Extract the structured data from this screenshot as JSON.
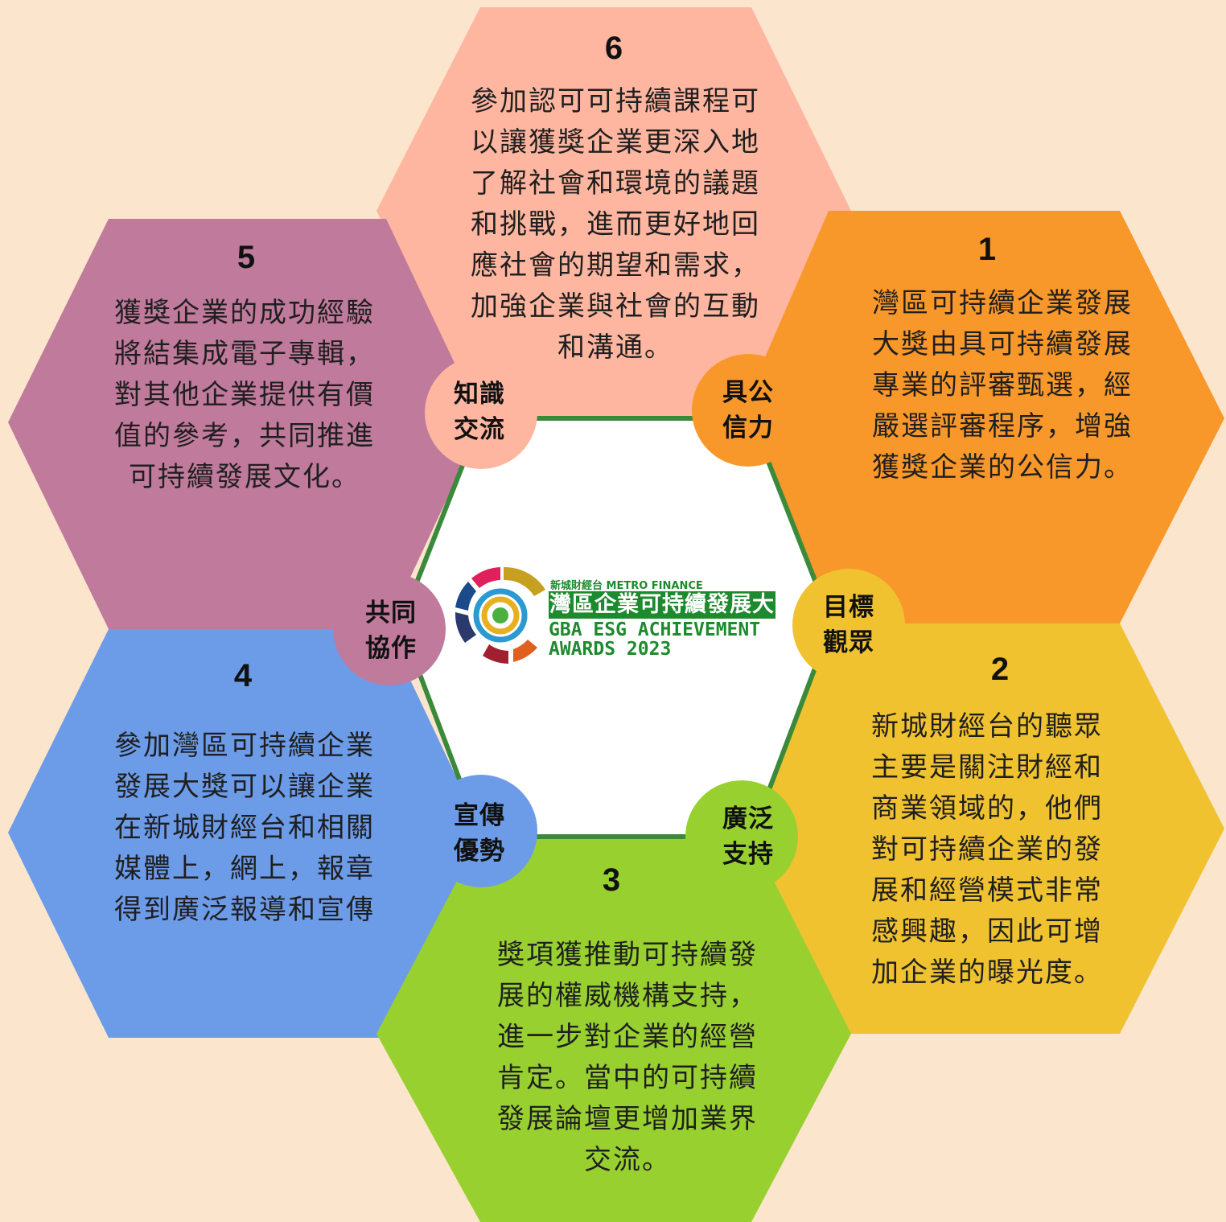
{
  "colors": {
    "background": "#fce5cd",
    "hex1": "#f9982a",
    "hex2": "#f0c230",
    "hex3": "#98d030",
    "hex4": "#6c9be8",
    "hex5": "#c07a9c",
    "hex6": "#feb6a0",
    "center_outline": "#3b8a3b"
  },
  "hexagons": [
    {
      "number": "1",
      "lines": [
        "灣區可持續企業發展",
        "大獎由具可持續發展",
        "專業的評審甄選，經",
        "嚴選評審程序，增強",
        "獲獎企業的公信力。"
      ]
    },
    {
      "number": "2",
      "lines": [
        "新城財經台的聽眾",
        "主要是關注財經和",
        "商業領域的，他們",
        "對可持續企業的發",
        "展和經營模式非常",
        "感興趣，因此可增",
        "加企業的曝光度。"
      ]
    },
    {
      "number": "3",
      "lines": [
        "獎項獲推動可持續發",
        "展的權威機構支持，",
        "進一步對企業的經營",
        "肯定。當中的可持續",
        "發展論壇更增加業界",
        "交流。"
      ]
    },
    {
      "number": "4",
      "lines": [
        "參加灣區可持續企業",
        "發展大獎可以讓企業",
        "在新城財經台和相關",
        "媒體上，網上，報章",
        "得到廣泛報導和宣傳"
      ]
    },
    {
      "number": "5",
      "lines": [
        "獲獎企業的成功經驗",
        "將結集成電子專輯，",
        "對其他企業提供有價",
        "值的參考，共同推進",
        "可持續發展文化。"
      ]
    },
    {
      "number": "6",
      "lines": [
        "參加認可可持續課程可",
        "以讓獲獎企業更深入地",
        "了解社會和環境的議題",
        "和挑戰，進而更好地回",
        "應社會的期望和需求，",
        "加強企業與社會的互動",
        "和溝通。"
      ]
    }
  ],
  "badges": [
    {
      "lines": [
        "具公",
        "信力"
      ]
    },
    {
      "lines": [
        "目標",
        "觀眾"
      ]
    },
    {
      "lines": [
        "廣泛",
        "支持"
      ]
    },
    {
      "lines": [
        "宣傳",
        "優勢"
      ]
    },
    {
      "lines": [
        "共同",
        "協作"
      ]
    },
    {
      "lines": [
        "知識",
        "交流"
      ]
    }
  ],
  "logo": {
    "top_text": "新城財經台 METRO FINANCE",
    "title": "灣區企業可持續發展大獎",
    "sub_line1": "GBA ESG ACHIEVEMENT",
    "sub_line2": "AWARDS 2023"
  }
}
